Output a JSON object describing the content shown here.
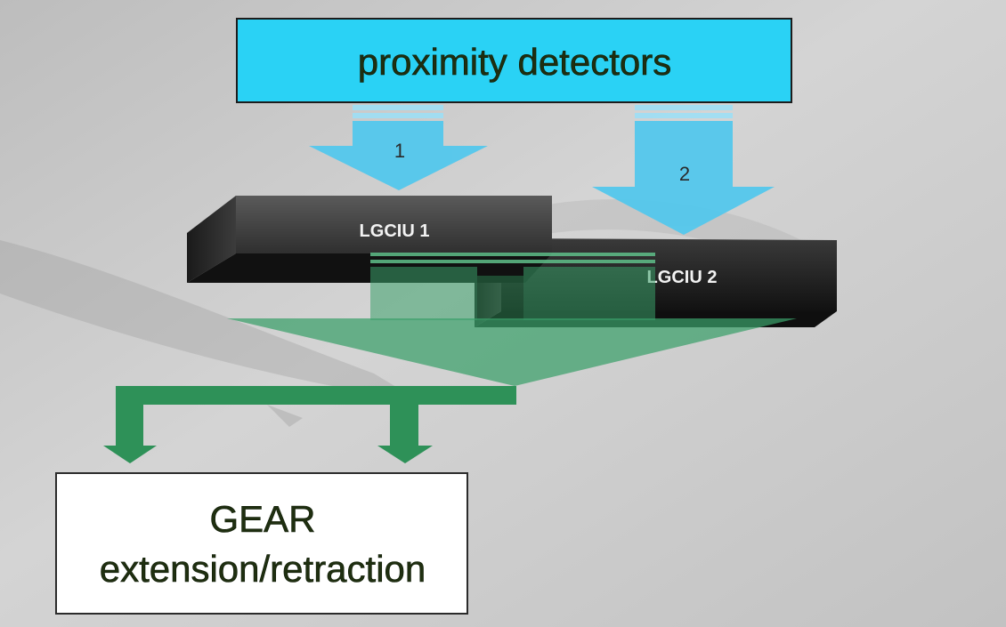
{
  "diagram": {
    "source_box": {
      "label": "proximity detectors"
    },
    "arrows": {
      "arrow_1_label": "1",
      "arrow_2_label": "2"
    },
    "units": {
      "lgciu_1_label": "LGCIU 1",
      "lgciu_2_label": "LGCIU 2"
    },
    "target_box": {
      "line_1": "GEAR",
      "line_2": "extension/retraction"
    },
    "colors": {
      "detector_fill": "#2ad2f5",
      "arrow_blue": "#50c8ee",
      "unit_dark": "#2b2b2b",
      "flow_green": "#3aa06a",
      "flow_green_dark": "#2e9158",
      "text_dark": "#1f2f10",
      "background_gray": "#c8c8c8"
    }
  }
}
